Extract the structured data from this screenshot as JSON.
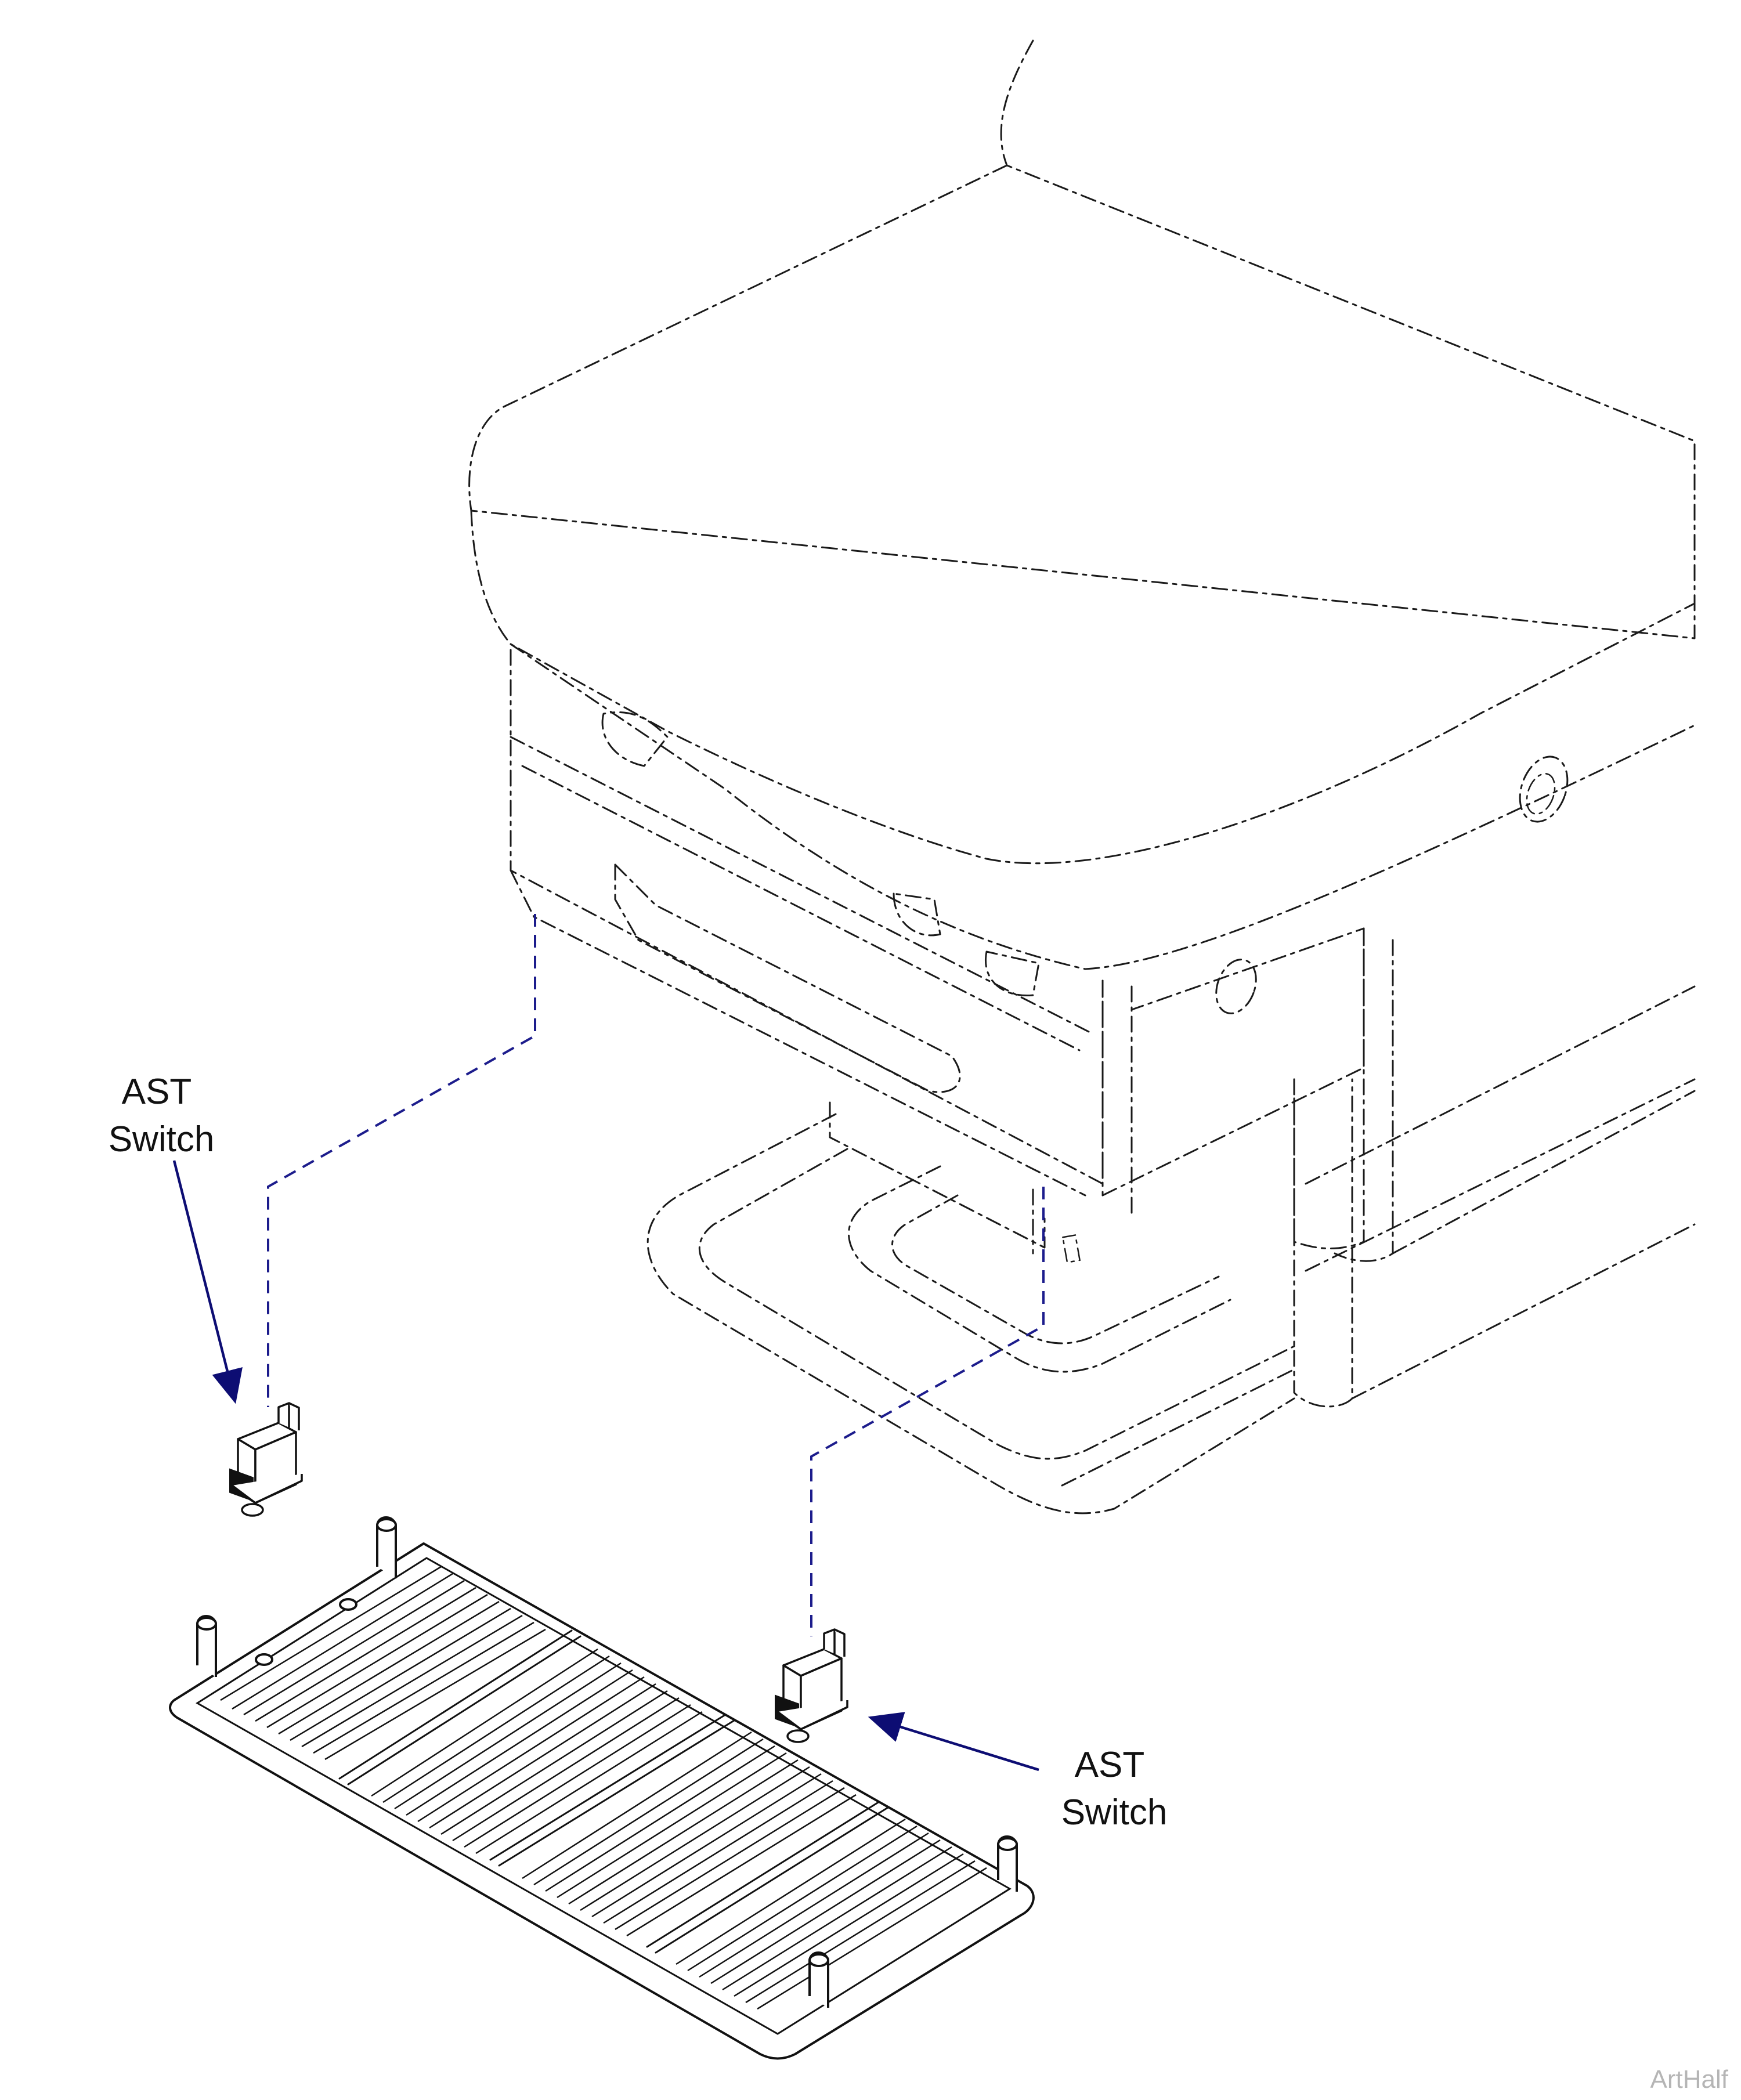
{
  "labels": {
    "switch_upper": {
      "line1": "AST",
      "line2": "Switch"
    },
    "switch_lower": {
      "line1": "AST",
      "line2": "Switch"
    }
  },
  "watermark": "ArtHalf",
  "colors": {
    "phantom_outline": "#1a1a1a",
    "part_outline": "#111111",
    "leader_arrow": "#0d0d73",
    "dashed_guide": "#1c1c8c",
    "watermark": "#b5b5b5"
  }
}
